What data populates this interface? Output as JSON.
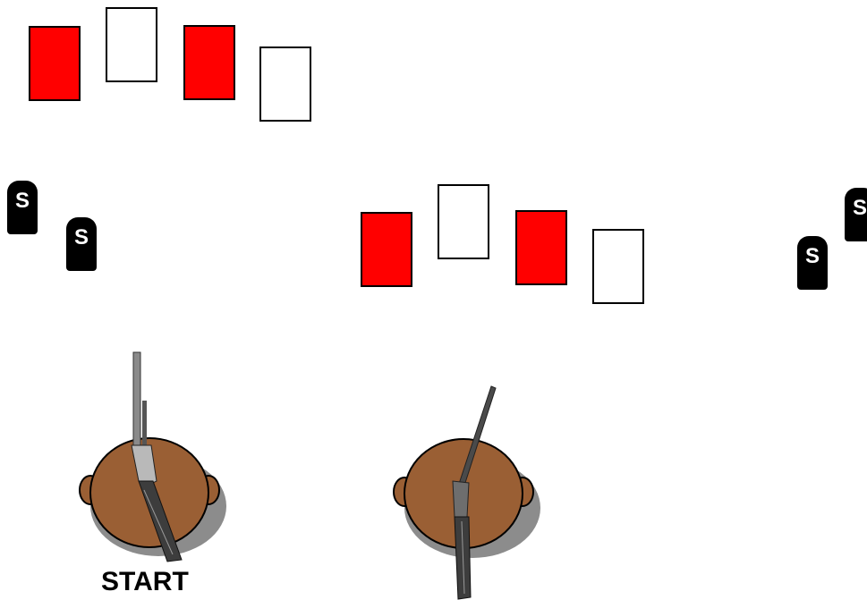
{
  "targets": {
    "left_group": [
      "red",
      "white",
      "red",
      "white"
    ],
    "center_group": [
      "red",
      "white",
      "red",
      "white"
    ]
  },
  "markers": {
    "symbol": "S"
  },
  "colors": {
    "target_red": "#ff0000",
    "head_brown": "#9a5f34",
    "shadow_gray": "#8c8c8c"
  },
  "shooters": {
    "start_label": "START"
  }
}
